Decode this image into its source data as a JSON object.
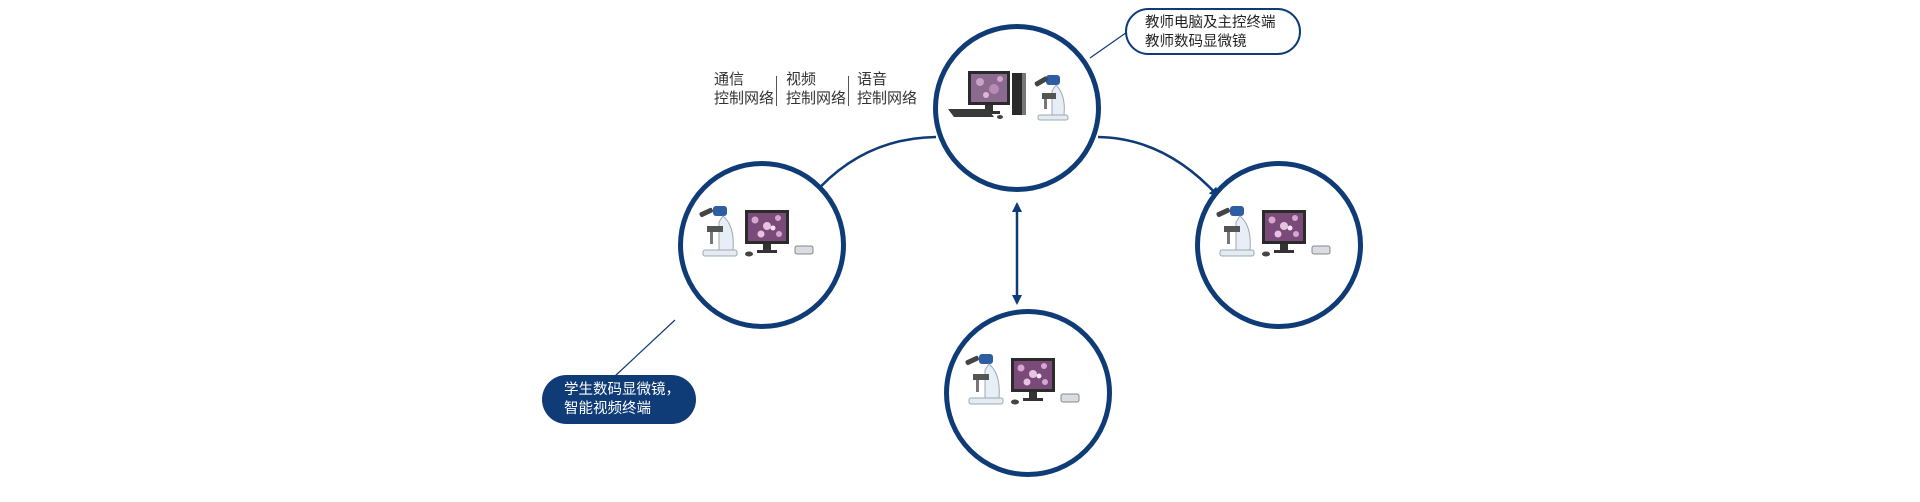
{
  "nodes": {
    "teacher": {
      "role": "teacher-computer-and-microscope"
    },
    "students": [
      {
        "role": "student-microscope-left"
      },
      {
        "role": "student-microscope-bottom"
      },
      {
        "role": "student-microscope-right"
      }
    ]
  },
  "network_labels": [
    {
      "line1": "通信",
      "line2": "控制网络"
    },
    {
      "line1": "视频",
      "line2": "控制网络"
    },
    {
      "line1": "语音",
      "line2": "控制网络"
    }
  ],
  "teacher_label": {
    "line1": "教师电脑及主控终端",
    "line2": "教师数码显微镜"
  },
  "student_label": {
    "line1": "学生数码显微镜，",
    "line2": "智能视频终端"
  },
  "colors": {
    "accent": "#0f3b77",
    "line": "#0f3b77",
    "text": "#333333"
  },
  "arrows": [
    {
      "from": "teacher",
      "to": "student-left",
      "kind": "one-way"
    },
    {
      "from": "teacher",
      "to": "student-right",
      "kind": "one-way"
    },
    {
      "from": "teacher",
      "to": "student-bottom",
      "kind": "two-way"
    }
  ]
}
